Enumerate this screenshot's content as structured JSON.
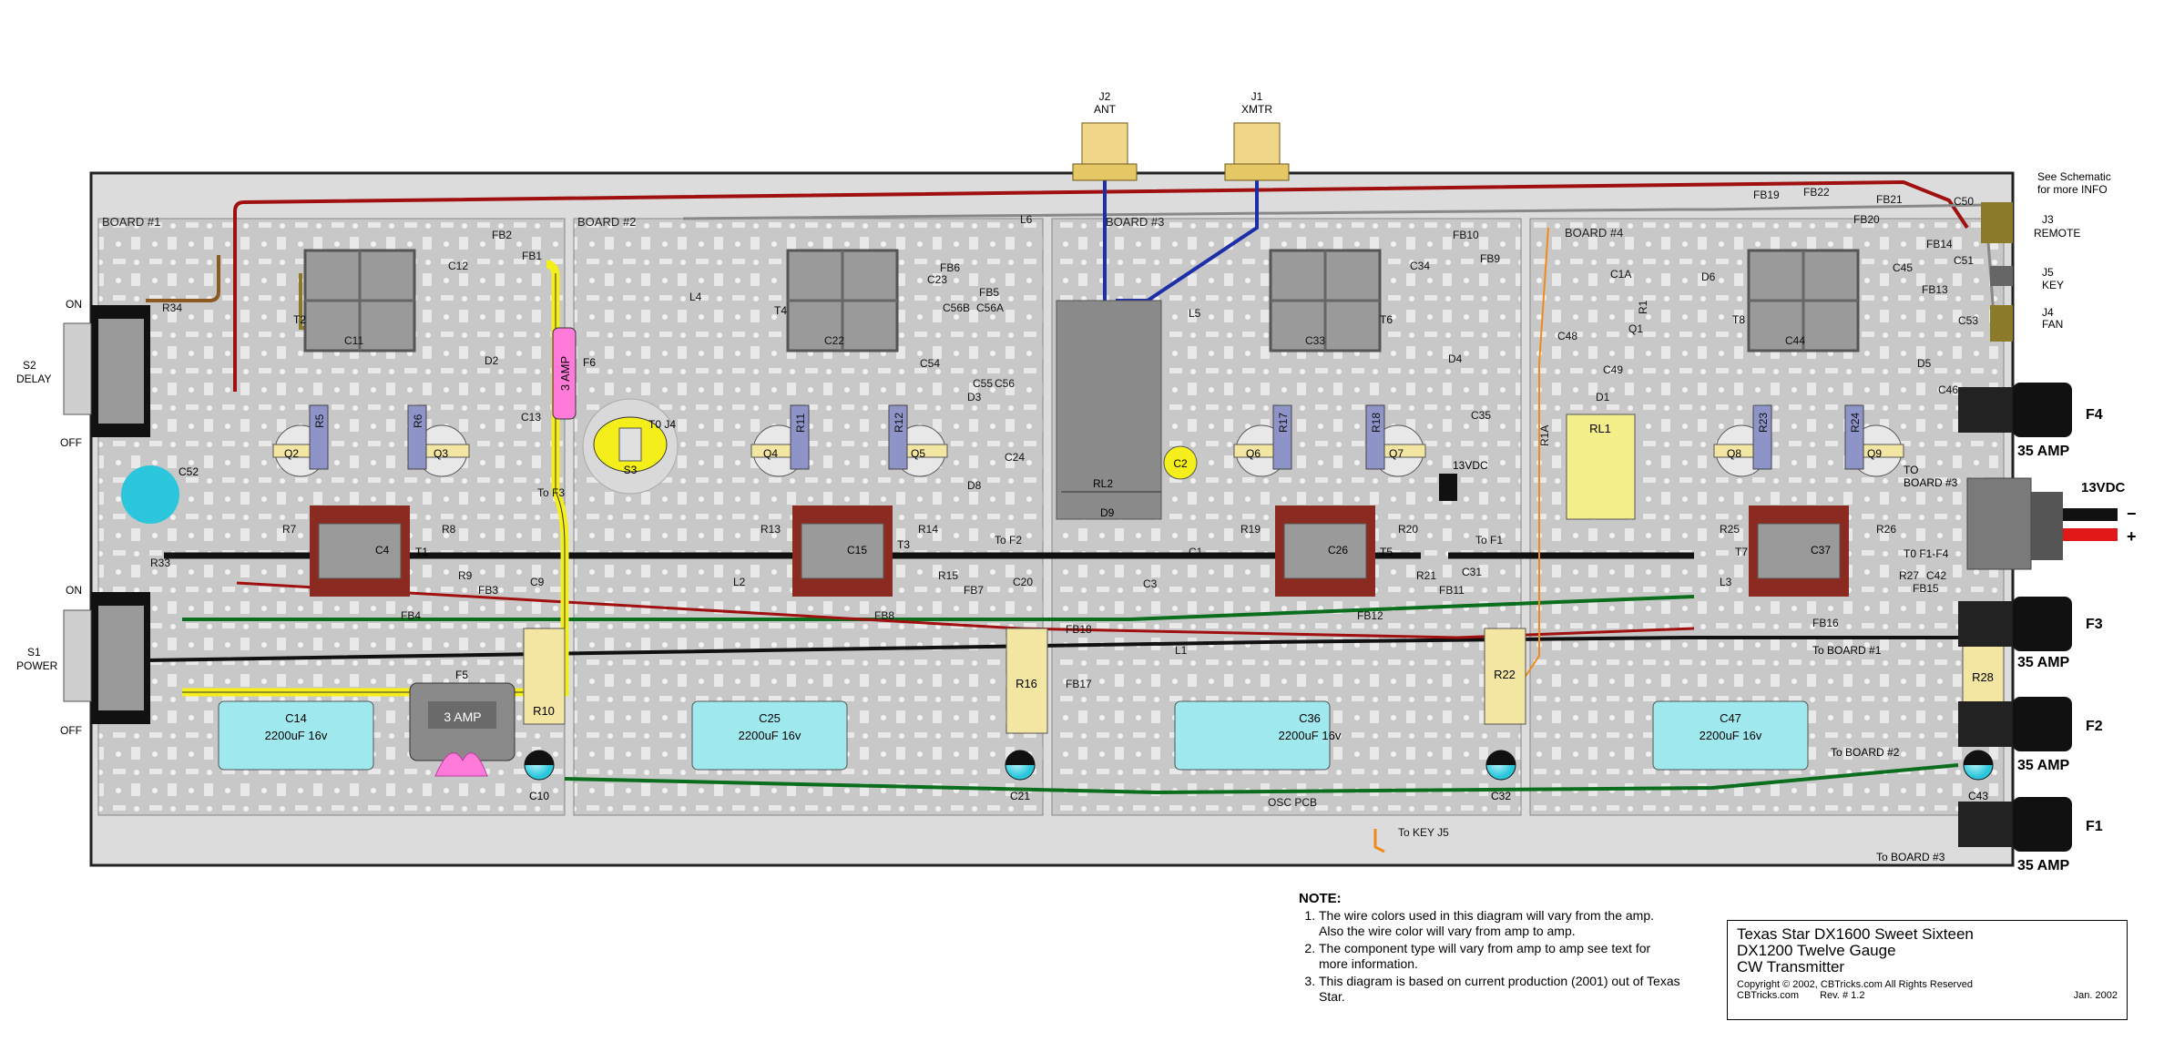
{
  "boards": [
    "BOARD #1",
    "BOARD #2",
    "BOARD #3",
    "BOARD #4"
  ],
  "connectors": {
    "j2": [
      "J2",
      "ANT"
    ],
    "j1": [
      "J1",
      "XMTR"
    ],
    "j3": [
      "J3",
      "REMOTE"
    ],
    "j5": [
      "J5",
      "KEY"
    ],
    "j4": [
      "J4",
      "FAN"
    ],
    "see_schematic": [
      "See Schematic",
      "for more INFO"
    ]
  },
  "switches": {
    "s2": [
      "S2",
      "DELAY"
    ],
    "s1": [
      "S1",
      "POWER"
    ],
    "on": "ON",
    "off": "OFF"
  },
  "fuse_panel": {
    "f4": "F4",
    "f3": "F3",
    "f2": "F2",
    "f1": "F1",
    "amp": "35 AMP",
    "dc_label": "13VDC",
    "minus": "−",
    "plus": "+",
    "to_board3": [
      "TO",
      "BOARD #3"
    ],
    "to_f1f4": "T0 F1-F4",
    "to_board1": "To BOARD #1",
    "to_board2": "To BOARD #2",
    "to_board3b": "To BOARD #3"
  },
  "labels": {
    "t2": "T2",
    "t4": "T4",
    "t6": "T6",
    "t8": "T8",
    "t1": "T1",
    "t3": "T3",
    "t5": "T5",
    "t7": "T7",
    "q2": "Q2",
    "q3": "Q3",
    "q4": "Q4",
    "q5": "Q5",
    "q6": "Q6",
    "q7": "Q7",
    "q8": "Q8",
    "q9": "Q9",
    "c52": "C52",
    "c14": "C14",
    "c25": "C25",
    "c36": "C36",
    "c47": "C47",
    "cap_value": "2200uF  16v",
    "f5": "F5",
    "f5_rating": "3 AMP",
    "f6": "F6",
    "f6_rating": "3 AMP",
    "s3": "S3",
    "to_j4": "T0 J4",
    "r10": "R10",
    "r16": "R16",
    "r22": "R22",
    "r28": "R28",
    "c10": "C10",
    "c21": "C21",
    "c32": "C32",
    "c43": "C43",
    "rl1": "RL1",
    "rl2": "RL2",
    "d9": "D9",
    "vdc13": "13VDC",
    "osc_pcb": "OSC PCB",
    "to_key": "To KEY  J5",
    "to_f1": "To F1",
    "to_f2": "To F2",
    "to_f3": "To F3",
    "fb1": "FB1",
    "fb2": "FB2",
    "fb3": "FB3",
    "fb4": "FB4",
    "fb5": "FB5",
    "fb6": "FB6",
    "fb7": "FB7",
    "fb8": "FB8",
    "fb9": "FB9",
    "fb10": "FB10",
    "fb11": "FB11",
    "fb12": "FB12",
    "fb13": "FB13",
    "fb14": "FB14",
    "fb15": "FB15",
    "fb16": "FB16",
    "fb17": "FB17",
    "fb18": "FB18",
    "fb19": "FB19",
    "fb20": "FB20",
    "fb21": "FB21",
    "fb22": "FB22",
    "c1": "C1",
    "c1a": "C1A",
    "c2": "C2",
    "c3": "C3",
    "c4": "C4",
    "c15": "C15",
    "c26": "C26",
    "c37": "C37",
    "c11": "C11",
    "c22": "C22",
    "c33": "C33",
    "c44": "C44",
    "c12": "C12",
    "c23": "C23",
    "c34": "C34",
    "c45": "C45",
    "c13": "C13",
    "c24": "C24",
    "c35": "C35",
    "c46": "C46",
    "c9": "C9",
    "c20": "C20",
    "c31": "C31",
    "c42": "C42",
    "c48": "C48",
    "c49": "C49",
    "c50": "C50",
    "c51": "C51",
    "c53": "C53",
    "c54": "C54",
    "c55": "C55",
    "c56": "C56",
    "c56a": "C56A",
    "c56b": "C56B",
    "d1": "D1",
    "d2": "D2",
    "d3": "D3",
    "d4": "D4",
    "d5": "D5",
    "d6": "D6",
    "d8": "D8",
    "l1": "L1",
    "l2": "L2",
    "l3": "L3",
    "l4": "L4",
    "l5": "L5",
    "l6": "L6",
    "r1": "R1",
    "r1a": "R1A",
    "r33": "R33",
    "r34": "R34",
    "q1": "Q1",
    "r5": "R5",
    "r6": "R6",
    "r11": "R11",
    "r12": "R12",
    "r17": "R17",
    "r18": "R18",
    "r23": "R23",
    "r24": "R24",
    "r7": "R7",
    "r8": "R8",
    "r13": "R13",
    "r14": "R14",
    "r19": "R19",
    "r20": "R20",
    "r25": "R25",
    "r26": "R26",
    "r9": "R9",
    "r15": "R15",
    "r21": "R21",
    "r27": "R27"
  },
  "note": {
    "header": "NOTE:",
    "items": [
      "The wire colors used in this diagram will vary from the amp. Also the wire color will vary from amp to amp.",
      "The component type will vary from amp to amp see text for more information.",
      "This diagram is based on current production (2001) out of Texas Star."
    ]
  },
  "title_block": {
    "line1": "Texas Star DX1600 Sweet Sixteen",
    "line2": "DX1200 Twelve Gauge",
    "line3": "CW Transmitter",
    "copyright": "Copyright © 2002, CBTricks.com All Rights Reserved",
    "site": "CBTricks.com",
    "rev": "Rev. # 1.2",
    "date": "Jan. 2002"
  },
  "colors": {
    "chassis": "#d8d8d8",
    "board": "#c9c9c9",
    "trace": "#eeeeee",
    "wire_red": "#a01010",
    "wire_green": "#0a6e1e",
    "wire_black": "#111111",
    "wire_blue": "#1c2fa8",
    "wire_yellow": "#f4ef1a",
    "wire_orange": "#f08a1a",
    "wire_olive": "#8a7a2a",
    "cap_cyan": "#9fe9ee",
    "resistor_tan": "#f2e6a2",
    "transformer_gray": "#9a9a9a",
    "transistor_purple": "#8e93c8",
    "fuse_pink": "#ff7ad9"
  }
}
